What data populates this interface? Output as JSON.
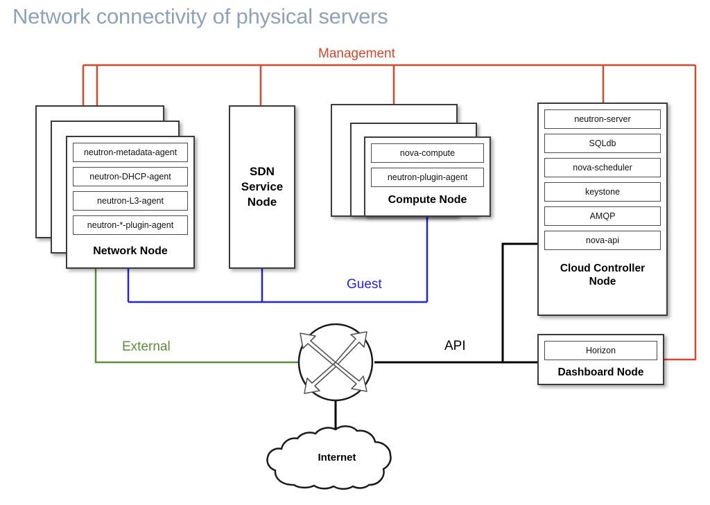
{
  "title": "Network connectivity of physical servers",
  "colors": {
    "management": "#d9472b",
    "guest": "#2222ee",
    "external": "#5a8f3c",
    "api": "#000000",
    "title": "#8fa3b8",
    "node_border": "#3b3b3b"
  },
  "networks": [
    {
      "id": "management",
      "label": "Management",
      "color": "#d9472b"
    },
    {
      "id": "guest",
      "label": "Guest",
      "color": "#2222ee"
    },
    {
      "id": "external",
      "label": "External",
      "color": "#5a8f3c"
    },
    {
      "id": "api",
      "label": "API",
      "color": "#000000"
    }
  ],
  "nodes": {
    "network_node": {
      "label": "Network Node",
      "stacked": true,
      "stack_count": 3,
      "services": [
        "neutron-metadata-agent",
        "neutron-DHCP-agent",
        "neutron-L3-agent",
        "neutron-*-plugin-agent"
      ]
    },
    "sdn_service_node": {
      "label": "SDN Service Node",
      "label_lines": [
        "SDN",
        "Service",
        "Node"
      ],
      "stacked": false,
      "services": []
    },
    "compute_node": {
      "label": "Compute Node",
      "stacked": true,
      "stack_count": 3,
      "services": [
        "nova-compute",
        "neutron-plugin-agent"
      ]
    },
    "cloud_controller_node": {
      "label": "Cloud Controller Node",
      "label_lines": [
        "Cloud Controller",
        "Node"
      ],
      "stacked": false,
      "services": [
        "neutron-server",
        "SQLdb",
        "nova-scheduler",
        "keystone",
        "AMQP",
        "nova-api"
      ]
    },
    "dashboard_node": {
      "label": "Dashboard Node",
      "stacked": false,
      "services": [
        "Horizon"
      ]
    }
  },
  "internet": {
    "label": "Internet"
  },
  "router": {
    "label": "router-icon"
  }
}
